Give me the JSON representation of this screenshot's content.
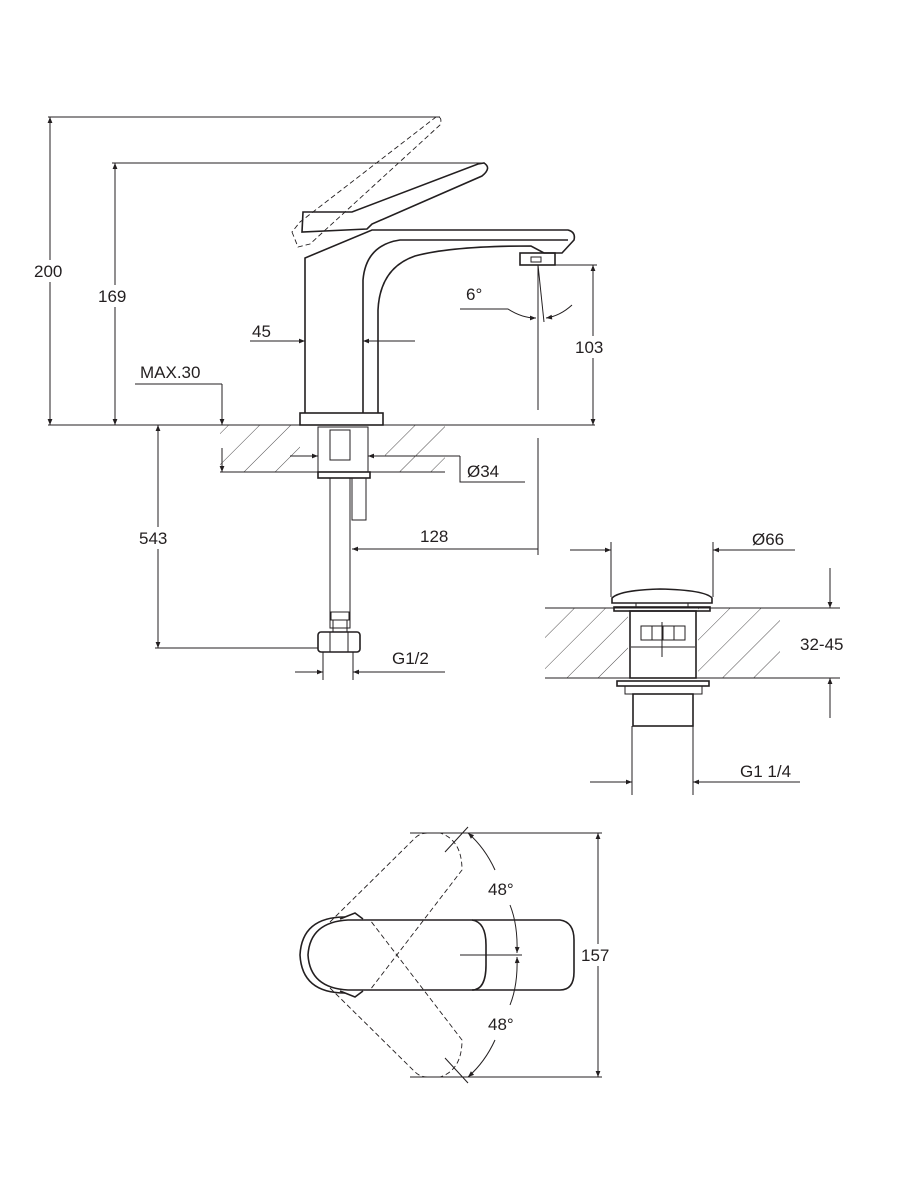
{
  "drawing": {
    "side_view": {
      "overall_height_lever_open": "200",
      "overall_height": "169",
      "body_width": "45",
      "spout_angle": "6°",
      "spout_height": "103",
      "max_counter_thickness": "MAX.30",
      "hole_diameter": "Ø34",
      "hose_length": "543",
      "spout_reach": "128",
      "hose_connection": "G1/2"
    },
    "drain_view": {
      "cap_diameter": "Ø66",
      "counter_thickness_range": "32-45",
      "drain_thread": "G1 1/4"
    },
    "top_view": {
      "lever_angle_up": "48°",
      "lever_angle_down": "48°",
      "overall_depth": "157"
    }
  }
}
